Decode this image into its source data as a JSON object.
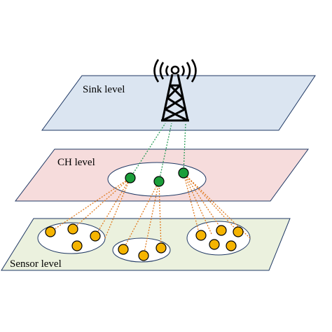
{
  "levels": {
    "sink": {
      "label": "Sink level",
      "fill": "#dbe5f1",
      "stroke": "#1f3864"
    },
    "ch": {
      "label": "CH level",
      "fill": "#f6dcdc",
      "stroke": "#1f3864"
    },
    "sensor": {
      "label": "Sensor level",
      "fill": "#ebf1de",
      "stroke": "#1f3864"
    }
  },
  "nodes": {
    "cluster_head_color": "#1b9e3a",
    "sensor_color": "#f5b400",
    "uplink_color": "#2e9e5b",
    "sensor_link_color": "#e07b20"
  },
  "tower": {
    "icon": "antenna-tower-icon"
  },
  "counts": {
    "cluster_heads": 3,
    "clusters": 3,
    "sensors_per_cluster": [
      4,
      3,
      5
    ]
  }
}
